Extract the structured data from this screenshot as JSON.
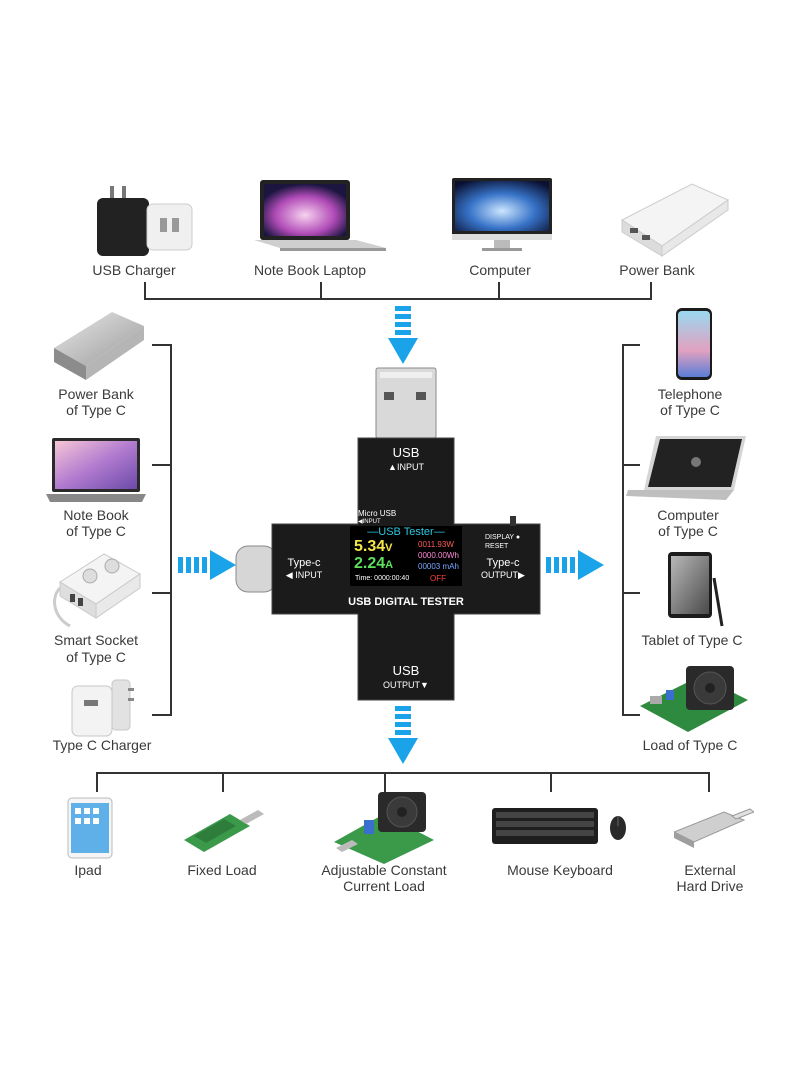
{
  "top_sources": [
    {
      "label": "USB Charger",
      "icon": "usb-charger-icon"
    },
    {
      "label": "Note Book Laptop",
      "icon": "laptop-icon"
    },
    {
      "label": "Computer",
      "icon": "monitor-icon"
    },
    {
      "label": "Power Bank",
      "icon": "power-bank-icon"
    }
  ],
  "left_sources": [
    {
      "line1": "Power Bank",
      "line2": "of Type C",
      "icon": "power-bank-icon"
    },
    {
      "line1": "Note Book",
      "line2": "of Type C",
      "icon": "laptop-icon"
    },
    {
      "line1": "Smart Socket",
      "line2": "of Type C",
      "icon": "power-strip-icon"
    },
    {
      "line1": "Type C Charger",
      "line2": "",
      "icon": "charger-icon"
    }
  ],
  "right_loads": [
    {
      "line1": "Telephone",
      "line2": "of Type C",
      "icon": "phone-icon"
    },
    {
      "line1": "Computer",
      "line2": "of Type C",
      "icon": "laptop-icon"
    },
    {
      "line1": "Tablet of Type C",
      "line2": "",
      "icon": "tablet-icon"
    },
    {
      "line1": "Load of Type C",
      "line2": "",
      "icon": "load-board-icon"
    }
  ],
  "bottom_loads": [
    {
      "line1": "Ipad",
      "line2": "",
      "icon": "ipad-icon"
    },
    {
      "line1": "Fixed Load",
      "line2": "",
      "icon": "fixed-load-icon"
    },
    {
      "line1": "Adjustable Constant",
      "line2": "Current Load",
      "icon": "adjustable-load-icon"
    },
    {
      "line1": "Mouse Keyboard",
      "line2": "",
      "icon": "keyboard-mouse-icon"
    },
    {
      "line1": "External",
      "line2": "Hard Drive",
      "icon": "flash-drive-icon"
    }
  ],
  "tester": {
    "usb_top": "USB",
    "usb_top_sub": "▲INPUT",
    "micro_usb": "Micro USB",
    "micro_usb_sub": "◀INPUT",
    "typec_left": "Type-c",
    "typec_left_sub": "◀ INPUT",
    "display_btn": "DISPLAY ●",
    "reset_btn": "RESET",
    "typec_right": "Type-c",
    "typec_right_sub": "OUTPUT▶",
    "name": "USB DIGITAL TESTER",
    "usb_bottom": "USB",
    "usb_bottom_sub": "OUTPUT▼",
    "screen": {
      "title": "—USB Tester—",
      "voltage": "5.34",
      "voltage_unit": "V",
      "current": "2.24",
      "current_unit": "A",
      "power": "0011.93W",
      "energy": "0000.00Wh",
      "capacity": "00003 mAh",
      "time": "Time: 0000:00:40",
      "state": "OFF"
    }
  },
  "colors": {
    "arrow": "#1aa3e8",
    "line": "#333333",
    "device": "#1b1b1b"
  }
}
